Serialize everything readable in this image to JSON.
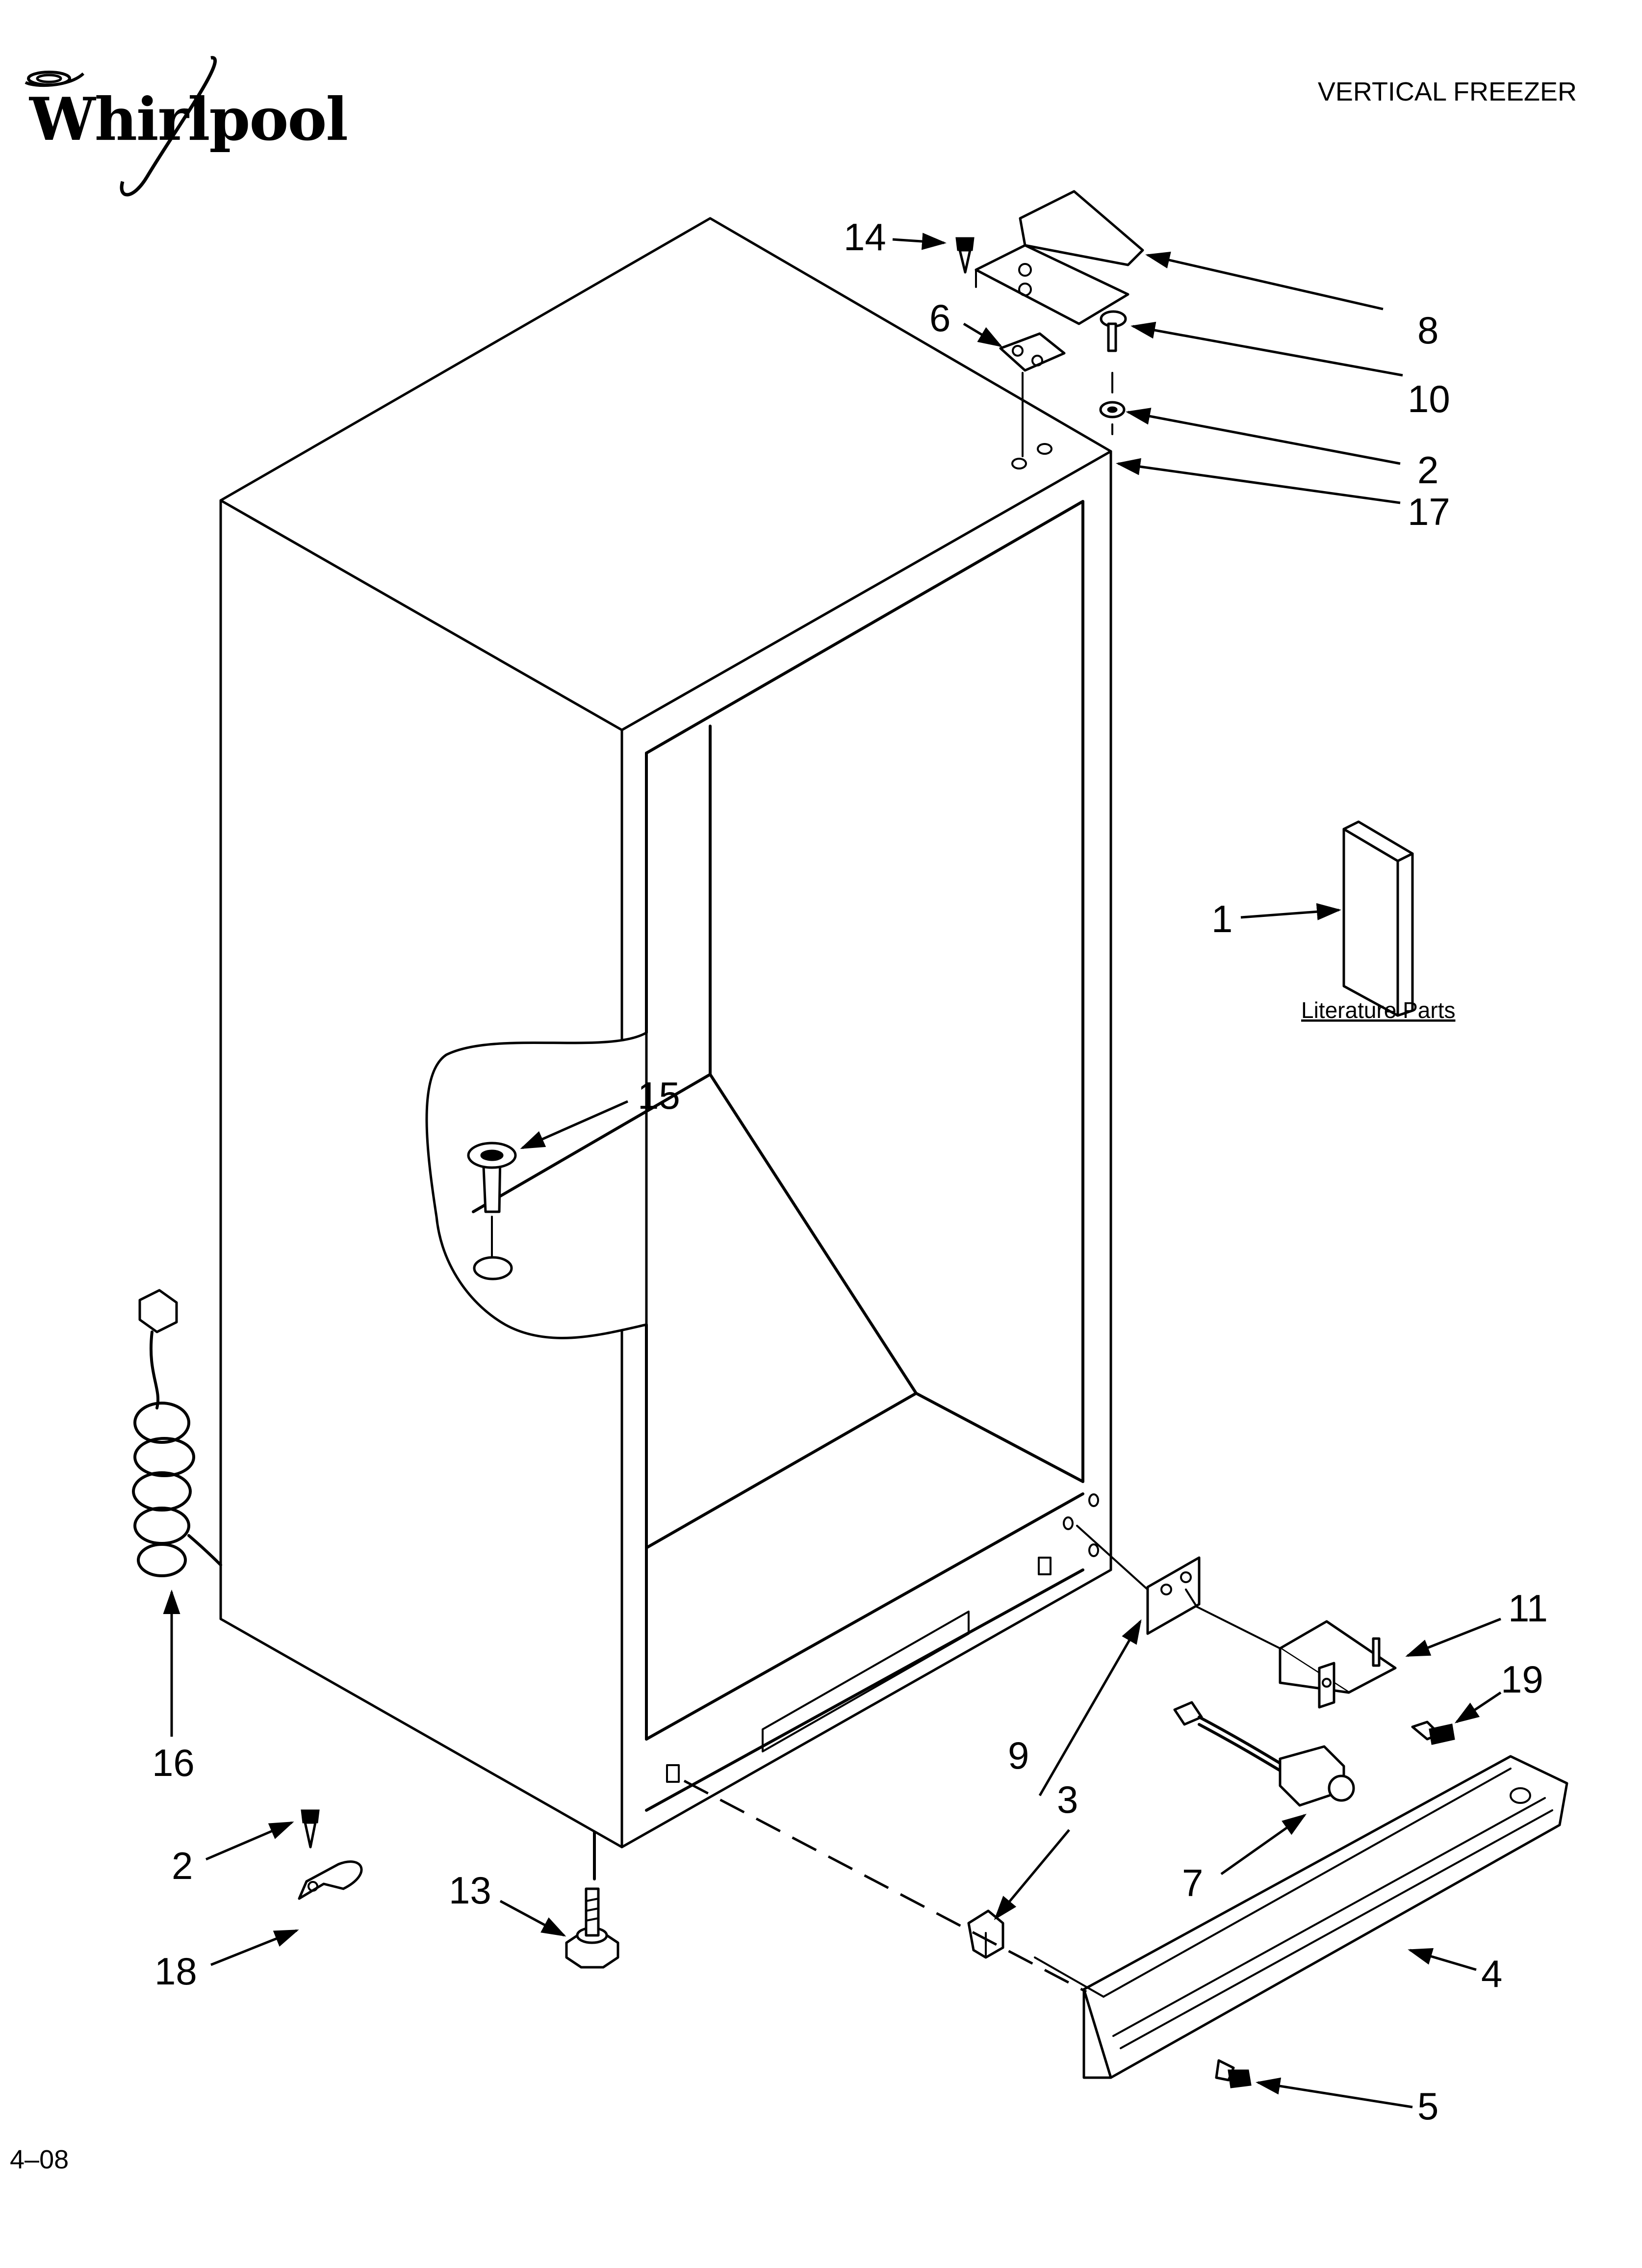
{
  "brand": "Whirlpool",
  "header": {
    "title": "VERTICAL FREEZER"
  },
  "footer": {
    "date_code": "4–08"
  },
  "literature_label": "Literature Parts",
  "callouts": {
    "c1": "1",
    "c2a": "2",
    "c2b": "2",
    "c3": "3",
    "c4": "4",
    "c5": "5",
    "c6": "6",
    "c7": "7",
    "c8": "8",
    "c9": "9",
    "c10": "10",
    "c11": "11",
    "c13": "13",
    "c14": "14",
    "c15": "15",
    "c16": "16",
    "c17": "17",
    "c18": "18",
    "c19": "19"
  },
  "colors": {
    "ink": "#000000",
    "paper": "#ffffff"
  }
}
